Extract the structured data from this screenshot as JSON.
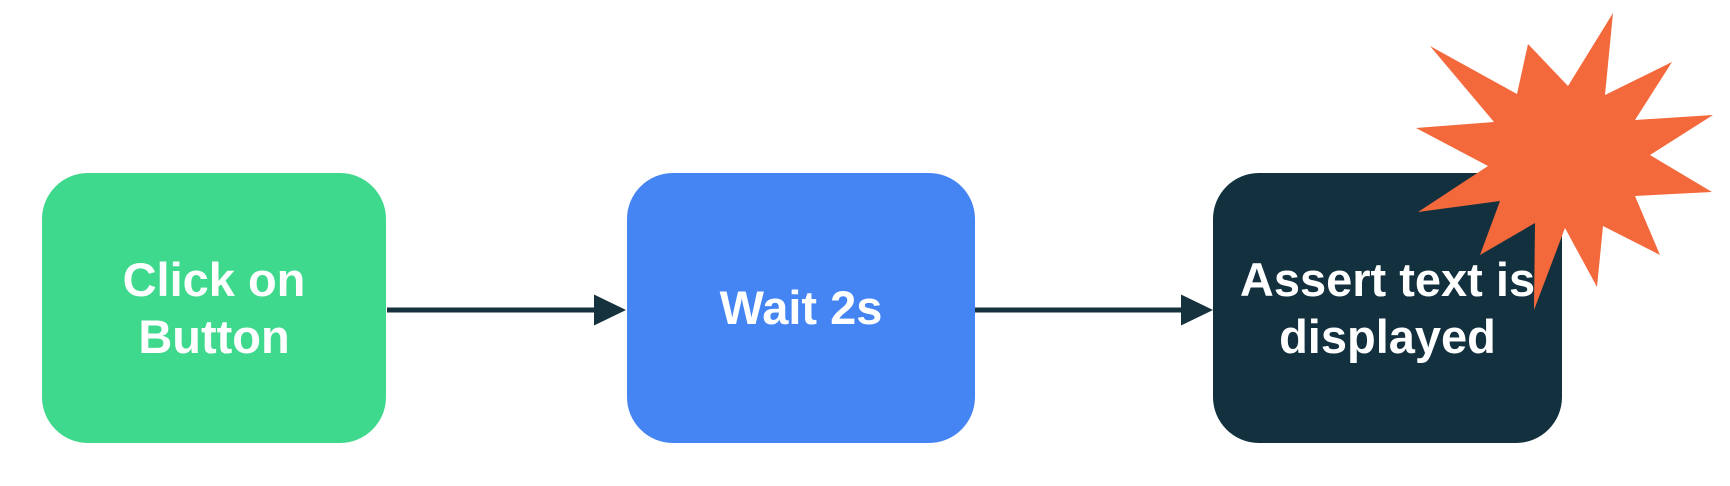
{
  "diagram": {
    "type": "flowchart",
    "background_color": "#ffffff",
    "text_color": "#ffffff",
    "nodes": [
      {
        "id": "step-1",
        "label": "Click on Button",
        "color": "#3ed98c"
      },
      {
        "id": "step-2",
        "label": "Wait 2s",
        "color": "#4484f3"
      },
      {
        "id": "step-3",
        "label": "Assert text is displayed",
        "color": "#12303e"
      }
    ],
    "connectors": [
      {
        "from": "step-1",
        "to": "step-2"
      },
      {
        "from": "step-2",
        "to": "step-3"
      }
    ],
    "connector_color": "#16323e",
    "burst": {
      "name": "explosion-burst",
      "color": "#f4693c"
    }
  }
}
